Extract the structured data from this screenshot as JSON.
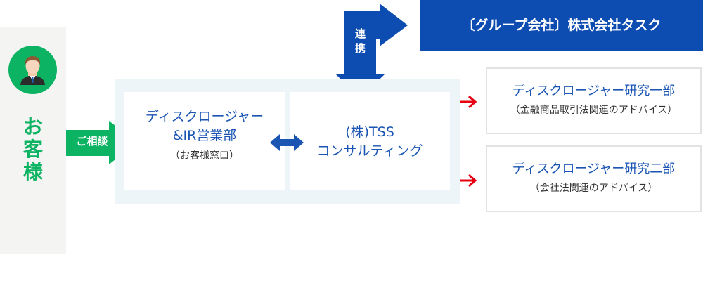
{
  "customer": {
    "label_chars": [
      "お",
      "客",
      "様"
    ]
  },
  "consult_arrow": {
    "label": "ご相談"
  },
  "ir_department": {
    "title_line1": "ディスクロージャー",
    "title_line2": "&IR営業部",
    "subtitle": "（お客様窓口）"
  },
  "tss": {
    "title_line1": "(株)TSS",
    "title_line2": "コンサルティング"
  },
  "collaboration_arrow": {
    "label_chars": [
      "連",
      "携"
    ]
  },
  "group_company": {
    "label": "〔グループ会社〕株式会社タスク"
  },
  "research_dept_1": {
    "title": "ディスクロージャー研究一部",
    "subtitle": "（金融商品取引法関連のアドバイス）"
  },
  "research_dept_2": {
    "title": "ディスクロージャー研究二部",
    "subtitle": "（会社法関連のアドバイス）"
  },
  "colors": {
    "green": "#0bb363",
    "blue": "#1a55b3",
    "banner": "#0d4cb0",
    "red": "#e60012",
    "panel": "#f4f4f2",
    "container": "#edf5f9"
  }
}
